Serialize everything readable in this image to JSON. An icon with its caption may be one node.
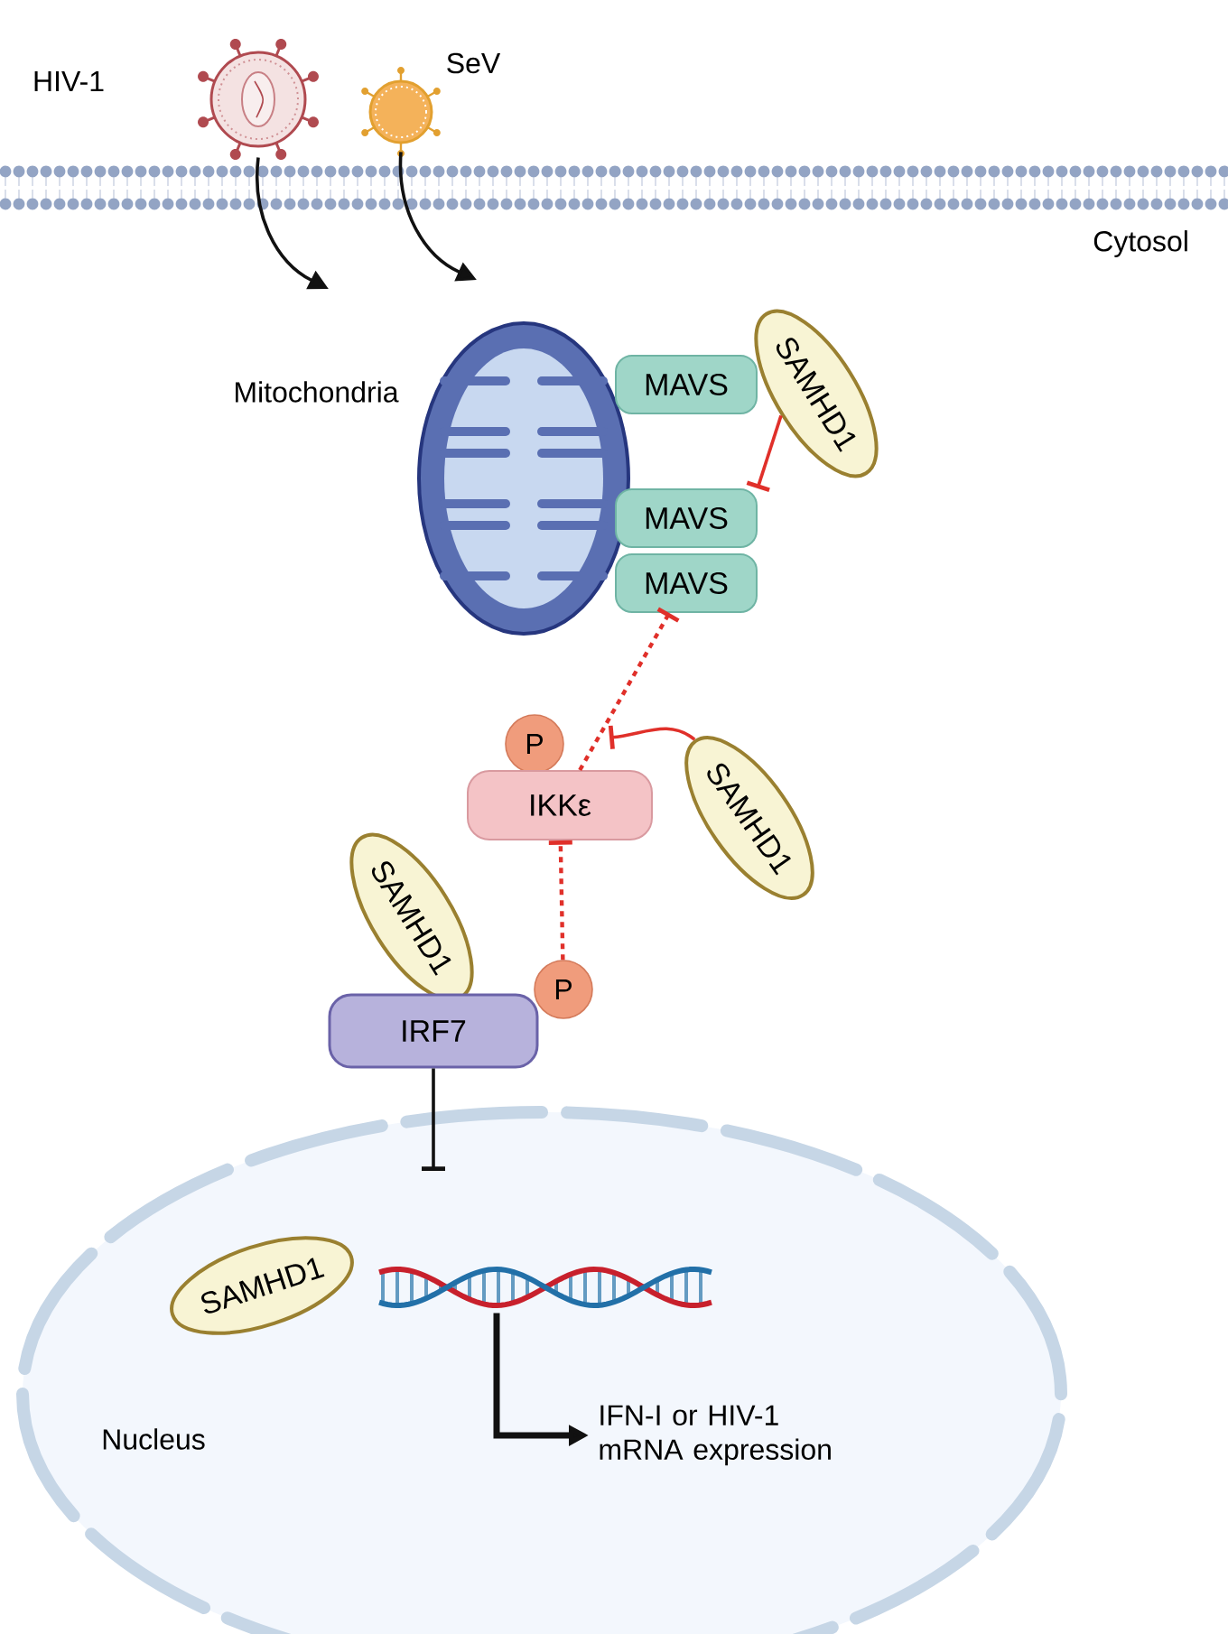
{
  "diagram": {
    "nodes": [
      {
        "text": [],
        "shape": "picture",
        "beside": [
          "HIV-1"
        ]
      },
      {
        "text": [],
        "shape": "picture",
        "beside": [
          "SeV"
        ]
      },
      {
        "text": [],
        "shape": "picture",
        "beside": [
          "Mitochondria"
        ]
      },
      {
        "text": [
          "MAVS"
        ]
      },
      {
        "text": [
          "SAMHD1"
        ]
      },
      {
        "text": [
          "MAVS"
        ]
      },
      {
        "text": [
          "MAVS"
        ]
      },
      {
        "text": [
          "P"
        ]
      },
      {
        "text": [
          "IKKε"
        ]
      },
      {
        "text": [
          "SAMHD1"
        ]
      },
      {
        "text": [
          "SAMHD1"
        ]
      },
      {
        "text": [
          "P"
        ]
      },
      {
        "text": [
          "IRF7"
        ]
      },
      {
        "text": [
          "Nucleus"
        ]
      },
      {
        "text": [
          "SAMHD1"
        ],
        "in": 13
      },
      {
        "text": [],
        "shape": "picture",
        "in": 13
      },
      {
        "text": [
          "IFN-I or HIV-1 mRNA expression"
        ],
        "in": 13
      }
    ],
    "edges": [
      {
        "from": 0,
        "to": null,
        "arrow": "to",
        "color": "#111111"
      },
      {
        "from": 1,
        "to": null,
        "arrow": "to",
        "color": "#111111"
      },
      {
        "from": 4,
        "to": 5,
        "arrow": "other",
        "color": "#e0302a"
      },
      {
        "from": 8,
        "to": 6,
        "arrow": "other",
        "style": "dashed",
        "color": "#e0302a"
      },
      {
        "from": 9,
        "to": 8,
        "arrow": "other",
        "color": "#e0302a"
      },
      {
        "from": 11,
        "to": 8,
        "arrow": "other",
        "style": "dashed",
        "color": "#e0302a"
      },
      {
        "from": 12,
        "to": 13,
        "arrow": "other",
        "color": "#111111"
      },
      {
        "from": 15,
        "to": 16,
        "arrow": "to",
        "style": "thick",
        "color": "#111111"
      }
    ],
    "labels": [
      "Cytosol"
    ]
  }
}
